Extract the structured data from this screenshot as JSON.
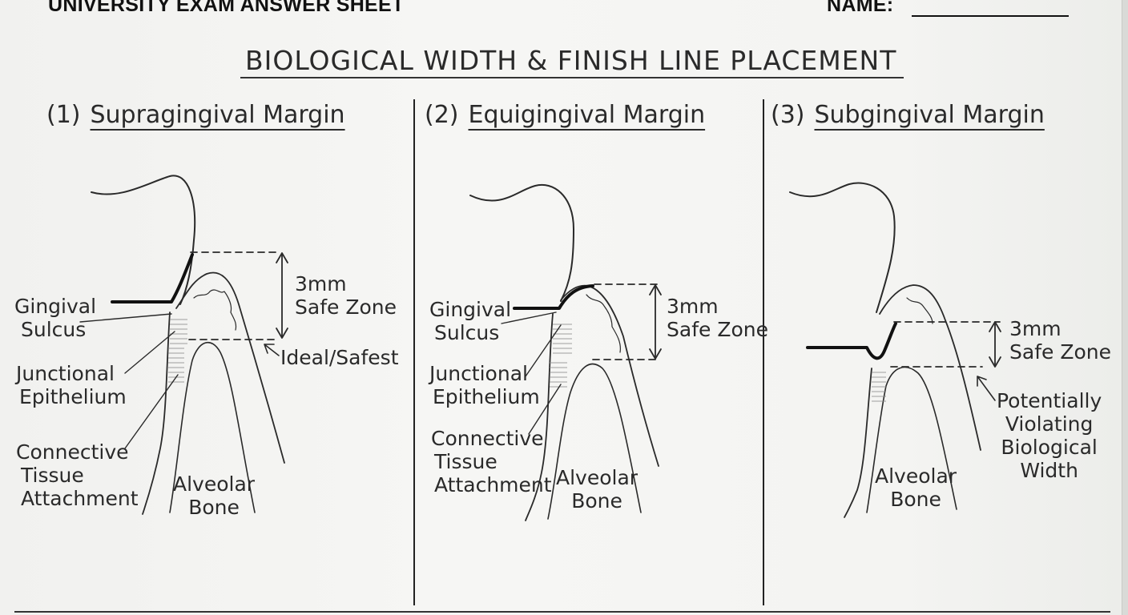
{
  "header": {
    "exam_title": "UNIVERSITY EXAM ANSWER SHEET",
    "name_label": "NAME:"
  },
  "title": "BIOLOGICAL WIDTH & FINISH LINE PLACEMENT",
  "panels": [
    {
      "number": "(1)",
      "name": "Supragingival Margin",
      "labels": {
        "sulcus": [
          "Gingival",
          "Sulcus"
        ],
        "junctional": [
          "Junctional",
          "Epithelium"
        ],
        "connective": [
          "Connective",
          "Tissue",
          "Attachment"
        ],
        "bone": [
          "Alveolar",
          "Bone"
        ],
        "zone": [
          "3mm",
          "Safe Zone"
        ],
        "note": [
          "Ideal/Safest"
        ]
      }
    },
    {
      "number": "(2)",
      "name": "Equigingival Margin",
      "labels": {
        "sulcus": [
          "Gingival",
          "Sulcus"
        ],
        "junctional": [
          "Junctional",
          "Epithelium"
        ],
        "connective": [
          "Connective",
          "Tissue",
          "Attachment"
        ],
        "bone": [
          "Alveolar",
          "Bone"
        ],
        "zone": [
          "3mm",
          "Safe Zone"
        ]
      }
    },
    {
      "number": "(3)",
      "name": "Subgingival Margin",
      "labels": {
        "bone": [
          "Alveolar",
          "Bone"
        ],
        "zone": [
          "3mm",
          "Safe Zone"
        ],
        "note": [
          "Potentially",
          "Violating",
          "Biological",
          "Width"
        ]
      }
    }
  ],
  "colors": {
    "ink": "#2a2a2a",
    "paper": "#f4f4f2"
  }
}
